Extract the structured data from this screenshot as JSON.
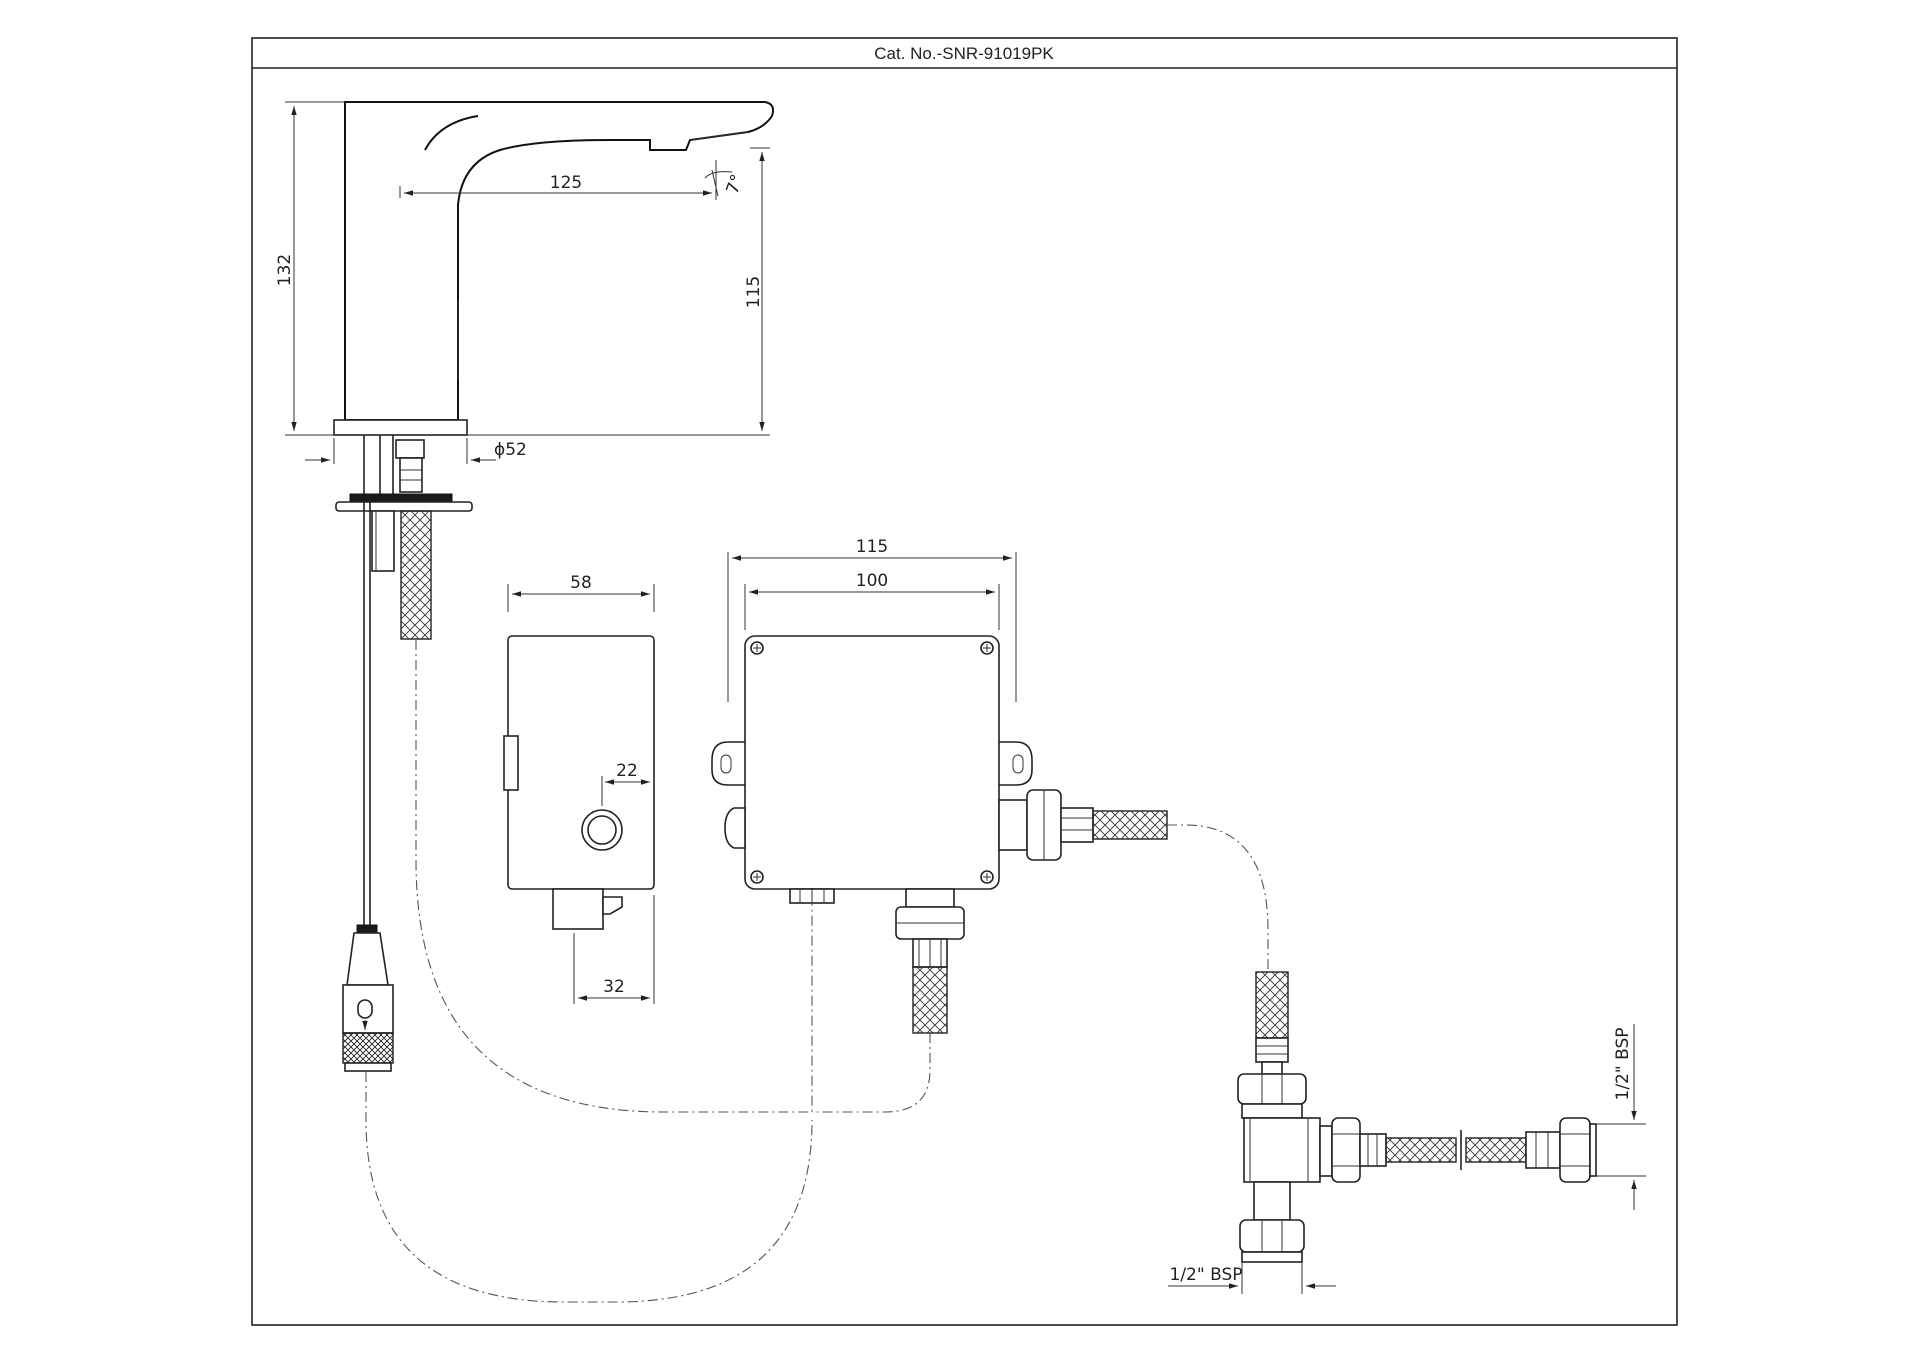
{
  "title_block": {
    "catalog_number": "Cat. No.-SNR-91019PK"
  },
  "dimensions": {
    "faucet_height": "132",
    "spout_reach": "125",
    "outlet_height": "115",
    "spout_angle": "7°",
    "base_diameter": "ϕ52",
    "battery_box_width": "58",
    "battery_box_button_offset": "22",
    "battery_box_depth": "32",
    "control_box_overall_width": "115",
    "control_box_width": "100",
    "inlet_thread_vertical": "1/2\" BSP",
    "inlet_thread_horizontal": "1/2\" BSP"
  }
}
